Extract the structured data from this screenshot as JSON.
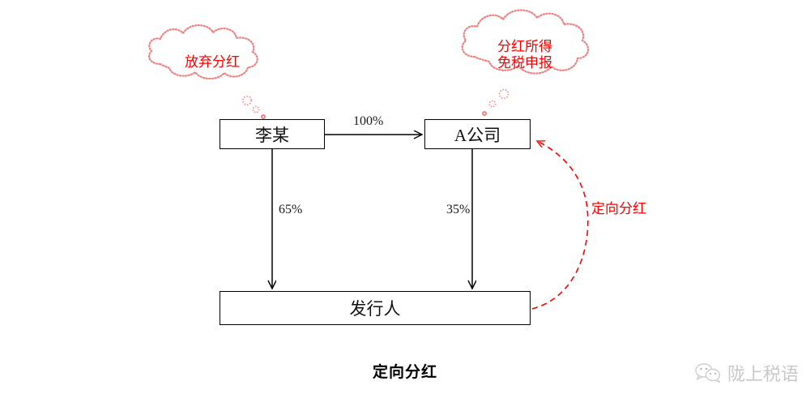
{
  "diagram": {
    "caption": "定向分红",
    "nodes": [
      {
        "id": "li",
        "label": "李某"
      },
      {
        "id": "a_company",
        "label": "A公司"
      },
      {
        "id": "issuer",
        "label": "发行人"
      }
    ],
    "edges": [
      {
        "id": "li_to_a",
        "from": "李某",
        "to": "A公司",
        "label": "100%",
        "style": "solid",
        "color": "#000000"
      },
      {
        "id": "li_to_issuer",
        "from": "李某",
        "to": "发行人",
        "label": "65%",
        "style": "solid",
        "color": "#000000"
      },
      {
        "id": "a_to_issuer",
        "from": "A公司",
        "to": "发行人",
        "label": "35%",
        "style": "solid",
        "color": "#000000"
      },
      {
        "id": "issuer_to_a",
        "from": "发行人",
        "to": "A公司",
        "label": "定向分红",
        "style": "dashed-curved",
        "color": "#ff0000"
      }
    ],
    "thought_bubbles": [
      {
        "id": "bubble_left",
        "attached_to": "李某",
        "lines": [
          "放弃分红"
        ],
        "color": "#ff0000"
      },
      {
        "id": "bubble_right",
        "attached_to": "A公司",
        "lines": [
          "分红所得",
          "免税申报"
        ],
        "color": "#ff0000"
      }
    ]
  },
  "watermark": {
    "icon": "wechat-icon",
    "text": "陇上税语",
    "color": "#c9c9c9"
  },
  "colors": {
    "stroke": "#000000",
    "accent_red": "#ff0000",
    "bubble_outline": "#f08080",
    "background": "#ffffff"
  }
}
